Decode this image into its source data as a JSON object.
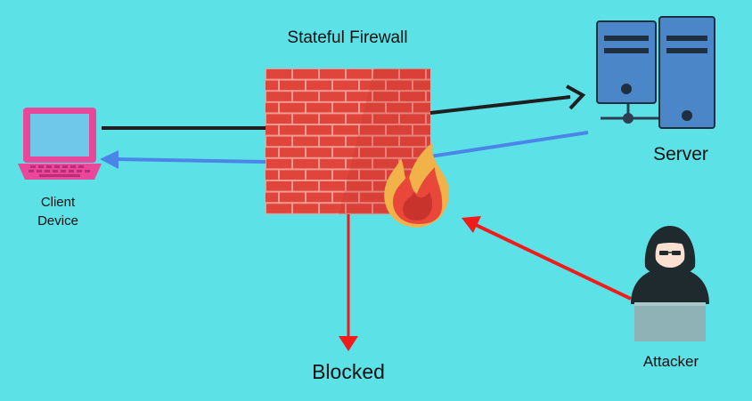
{
  "diagram": {
    "title": "Stateful Firewall",
    "nodes": {
      "client": {
        "label_line1": "Client",
        "label_line2": "Device",
        "icon": "laptop-icon"
      },
      "firewall": {
        "icon": "brick-wall-icon",
        "overlay_icon": "flame-icon"
      },
      "server": {
        "label": "Server",
        "icon": "server-tower-icon"
      },
      "attacker": {
        "label": "Attacker",
        "icon": "hooded-hacker-icon"
      },
      "blocked": {
        "label": "Blocked"
      }
    },
    "edges": [
      {
        "from": "client",
        "to": "server",
        "via": "firewall",
        "color": "#1f1f1f"
      },
      {
        "from": "server",
        "to": "client",
        "via": "firewall",
        "color": "#4a86e8"
      },
      {
        "from": "attacker",
        "to": "firewall",
        "color": "#f21b1b"
      },
      {
        "from": "firewall",
        "to": "blocked",
        "color": "#f21b1b"
      }
    ],
    "colors": {
      "background": "#5ce1e6",
      "request": "#1f1f1f",
      "response": "#4a86e8",
      "blocked": "#f21b1b",
      "brick": "#e0453c",
      "mortar": "#f39a92",
      "laptop": "#e8479a",
      "server": "#4a86c8"
    }
  }
}
